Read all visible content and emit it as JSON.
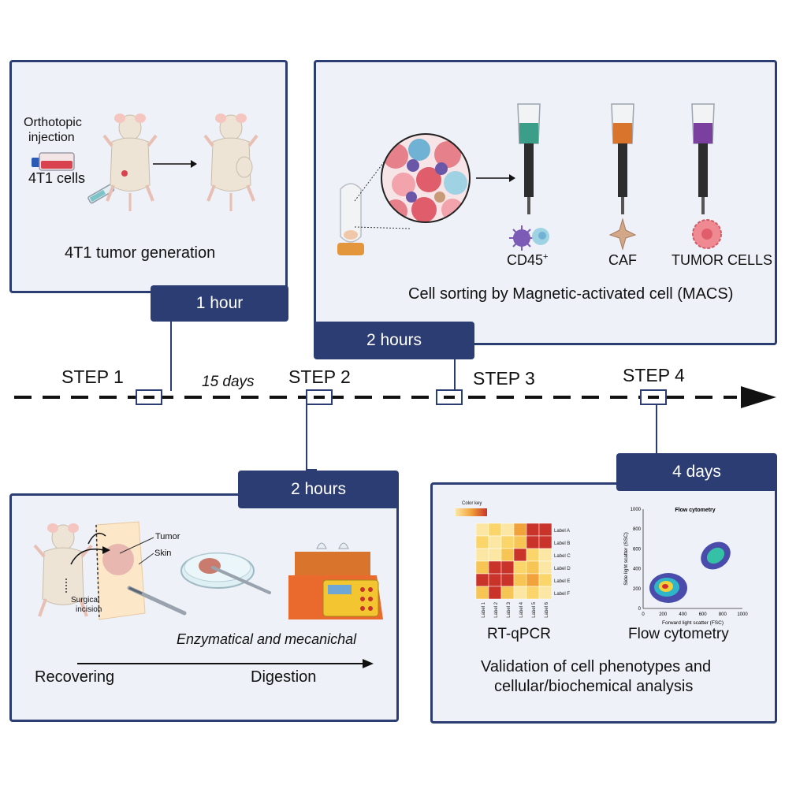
{
  "panel1": {
    "label_orthotopic": "Orthotopic",
    "label_injection": "injection",
    "label_cells": "4T1 cells",
    "caption": "4T1 tumor generation",
    "tab": "1 hour"
  },
  "panel2": {
    "label_cd45": "CD45",
    "label_cd45_sup": "+",
    "label_caf": "CAF",
    "label_tumor_cells": "TUMOR CELLS",
    "caption": "Cell sorting by Magnetic-activated cell (MACS)",
    "tab": "2 hours",
    "tube_colors": [
      "#3a9e88",
      "#d9742c",
      "#7b3fa0"
    ]
  },
  "timeline": {
    "step1": "STEP 1",
    "step2": "STEP 2",
    "step3": "STEP 3",
    "step4": "STEP 4",
    "interval": "15 days"
  },
  "panel3": {
    "tab": "2 hours",
    "label_tumor": "Tumor",
    "label_skin": "Skin",
    "label_surgical": "Surgical",
    "label_incision": "incision",
    "label_method": "Enzymatical and mecanichal",
    "label_recovering": "Recovering",
    "label_digestion": "Digestion"
  },
  "panel4": {
    "tab": "4 days",
    "heatmap": {
      "color_key": "Color key",
      "row_labels": [
        "Label A",
        "Label B",
        "Label C",
        "Label D",
        "Label E",
        "Label F"
      ],
      "col_labels": [
        "Label 1",
        "Label 2",
        "Label 3",
        "Label 4",
        "Label 5",
        "Label 6"
      ],
      "cells": [
        [
          "#fbe7a3",
          "#f9d56a",
          "#fbe7a3",
          "#f2a23a",
          "#c9332a",
          "#c9332a"
        ],
        [
          "#f9d56a",
          "#fbe7a3",
          "#f9d56a",
          "#f7c554",
          "#c9332a",
          "#c9332a"
        ],
        [
          "#fbe7a3",
          "#fbe7a3",
          "#f7c554",
          "#c9332a",
          "#f9d56a",
          "#fbe7a3"
        ],
        [
          "#f7c554",
          "#c9332a",
          "#c9332a",
          "#f9d56a",
          "#f7c554",
          "#fbe7a3"
        ],
        [
          "#c9332a",
          "#c9332a",
          "#c9332a",
          "#f7c554",
          "#f2a23a",
          "#f9d56a"
        ],
        [
          "#f7c554",
          "#c9332a",
          "#f7c554",
          "#fbe7a3",
          "#f9d56a",
          "#fbe7a3"
        ]
      ]
    },
    "heatmap_caption": "RT-qPCR",
    "flow": {
      "title": "Flow cytometry",
      "ylabel": "Side light scatter (SSC)",
      "xlabel": "Forward light scatter (FSC)",
      "x_ticks": [
        "0",
        "200",
        "400",
        "600",
        "800",
        "1000"
      ],
      "y_ticks": [
        "0",
        "200",
        "400",
        "600",
        "800",
        "1000"
      ]
    },
    "flow_caption": "Flow cytometry",
    "caption_line1": "Validation of cell phenotypes and",
    "caption_line2": "cellular/biochemical analysis"
  }
}
